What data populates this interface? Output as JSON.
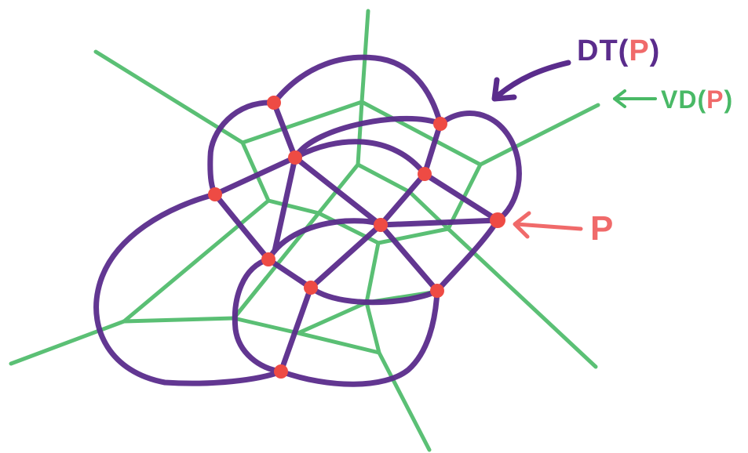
{
  "labels": {
    "dt": {
      "prefix": "DT(",
      "arg": "P",
      "suffix": ")"
    },
    "vd": {
      "prefix": "VD(",
      "arg": "P",
      "suffix": ")"
    },
    "p": "P"
  },
  "colors": {
    "voronoi": "#49b966",
    "delaunay": "#5a2c8c",
    "point": "#ee4b44",
    "point_label": "#f06a6a",
    "background": "#ffffff"
  }
}
